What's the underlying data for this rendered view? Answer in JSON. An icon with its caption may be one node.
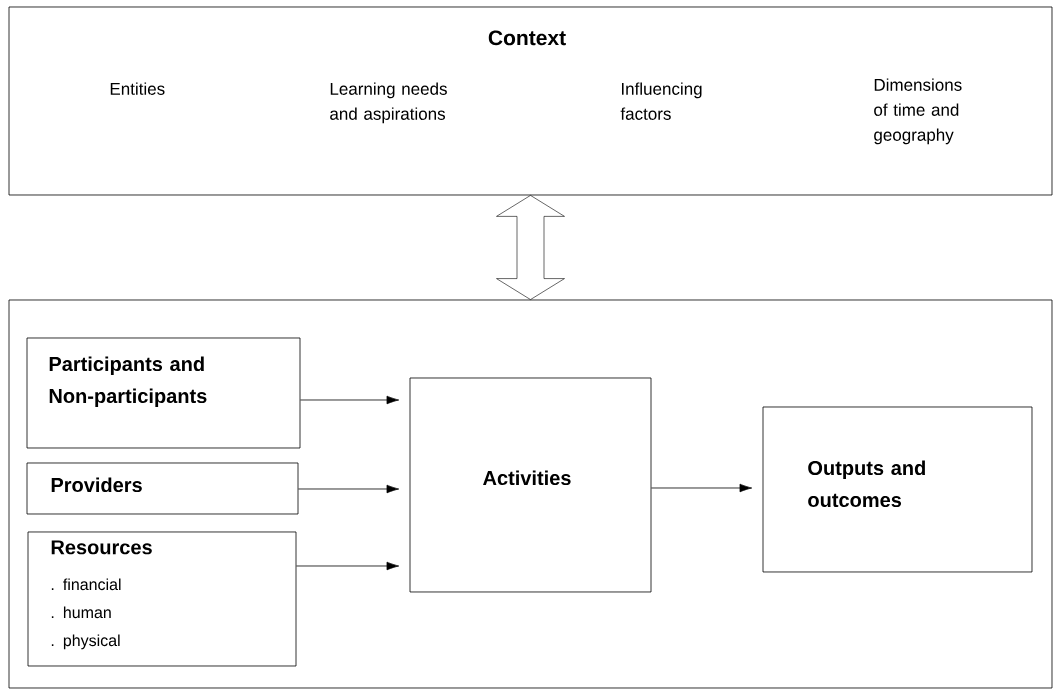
{
  "diagram": {
    "nodes": [
      {
        "text": [
          "Context",
          "Entities",
          "Learning needs and aspirations",
          "Influencing factors",
          "Dimensions of time and geography"
        ]
      },
      {
        "text": [],
        "shape": "box"
      },
      {
        "text": [
          "Participants and Non-participants"
        ],
        "in": 1
      },
      {
        "text": [
          "Providers"
        ],
        "in": 1
      },
      {
        "text": [
          "Resources",
          ". financial",
          ". human",
          ". physical"
        ],
        "in": 1
      },
      {
        "text": [
          "Activities"
        ],
        "in": 1
      },
      {
        "text": [
          "Outputs and outcomes"
        ],
        "in": 1
      }
    ],
    "edges": [
      {
        "from": 0,
        "to": 1,
        "arrow": "both"
      },
      {
        "from": 2,
        "to": 5,
        "arrow": "to"
      },
      {
        "from": 3,
        "to": 5,
        "arrow": "to"
      },
      {
        "from": 4,
        "to": 5,
        "arrow": "to"
      },
      {
        "from": 5,
        "to": 6,
        "arrow": "to"
      }
    ]
  }
}
